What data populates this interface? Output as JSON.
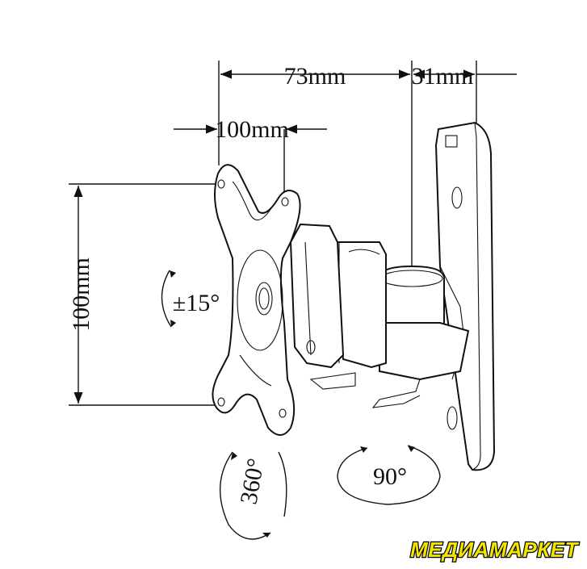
{
  "dimensions": {
    "top_width": "73mm",
    "wall_depth": "31mm",
    "vesa_horizontal": "100mm",
    "vesa_vertical": "100mm"
  },
  "rotations": {
    "tilt": "±15°",
    "rotation": "360°",
    "swivel": "90°"
  },
  "watermark": {
    "text": "МЕДИАМАРКЕТ",
    "fill_color": "#f2e400",
    "outline_color": "#000000"
  }
}
